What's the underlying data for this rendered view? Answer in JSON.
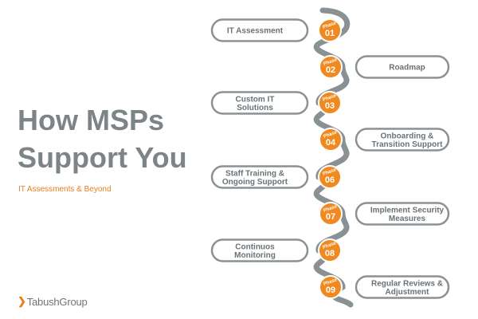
{
  "heading": {
    "line1": "How MSPs",
    "line2": "Support You"
  },
  "subtitle": "IT Assessments & Beyond",
  "brand": {
    "mark": "❯",
    "name": "TabushGroup"
  },
  "phase_label": "Phase",
  "phases": [
    {
      "number": "01",
      "lines": [
        "IT Assessment"
      ],
      "side": "left"
    },
    {
      "number": "02",
      "lines": [
        "Roadmap"
      ],
      "side": "right"
    },
    {
      "number": "03",
      "lines": [
        "Custom IT",
        "Solutions"
      ],
      "side": "left"
    },
    {
      "number": "04",
      "lines": [
        "Onboarding &",
        "Transition Support"
      ],
      "side": "right"
    },
    {
      "number": "06",
      "lines": [
        "Staff Training &",
        "Ongoing Support"
      ],
      "side": "left"
    },
    {
      "number": "07",
      "lines": [
        "Implement Security",
        "Measures"
      ],
      "side": "right"
    },
    {
      "number": "08",
      "lines": [
        "Continuos",
        "Monitoring"
      ],
      "side": "left"
    },
    {
      "number": "09",
      "lines": [
        "Regular Reviews &",
        "Adjustment"
      ],
      "side": "right"
    }
  ],
  "colors": {
    "accent": "#f0891f",
    "heading": "#7c8487",
    "line": "#8a9194",
    "pill_border": "#8a9194"
  }
}
